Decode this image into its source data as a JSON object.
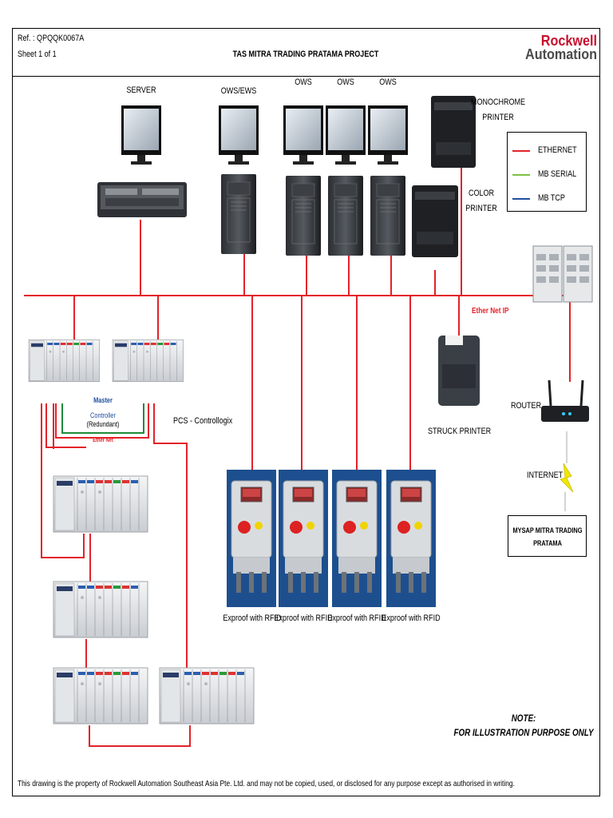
{
  "header": {
    "ref": "Ref. : QPQQK0067A",
    "sheet": "Sheet 1 of 1",
    "title": "TAS MITRA TRADING PRATAMA PROJECT",
    "logo_line1": "Rockwell",
    "logo_line2": "Automation"
  },
  "labels": {
    "server": "SERVER",
    "ows_ews": "OWS/EWS",
    "ows1": "OWS",
    "ows2": "OWS",
    "ows3": "OWS",
    "mono_printer_1": "MONOCHROME",
    "mono_printer_2": "PRINTER",
    "color_printer_1": "COLOR",
    "color_printer_2": "PRINTER",
    "ethernet_ip": "Ether Net IP",
    "master": "Master",
    "controller": "Controller",
    "redundant": "(Redundant)",
    "ether_net": "Ether Net",
    "pcs": "PCS - Controllogix",
    "struck_printer": "STRUCK PRINTER",
    "router": "ROUTER",
    "internet": "INTERNET",
    "mysap_1": "MYSAP MITRA TRADING",
    "mysap_2": "PRATAMA",
    "exproof": [
      "Exproof with RFID",
      "Exproof with RFID",
      "Exproof with RFID",
      "Exproof with RFID"
    ],
    "note_1": "NOTE:",
    "note_2": "FOR ILLUSTRATION PURPOSE ONLY",
    "footer": "This drawing is the property of Rockwell Automation Southeast Asia Pte. Ltd. and may not be copied, used, or disclosed for any purpose except as authorised in writing."
  },
  "legend": [
    {
      "label": "ETHERNET",
      "color": "#e3222a"
    },
    {
      "label": "MB SERIAL",
      "color": "#7cc242"
    },
    {
      "label": "MB TCP",
      "color": "#1f4e9c"
    }
  ],
  "colors": {
    "ethernet": "#e3222a",
    "controller_link": "#1f8a3a",
    "internet_bolt": "#f2e600",
    "exproof_bg": "#1d4f8f"
  }
}
